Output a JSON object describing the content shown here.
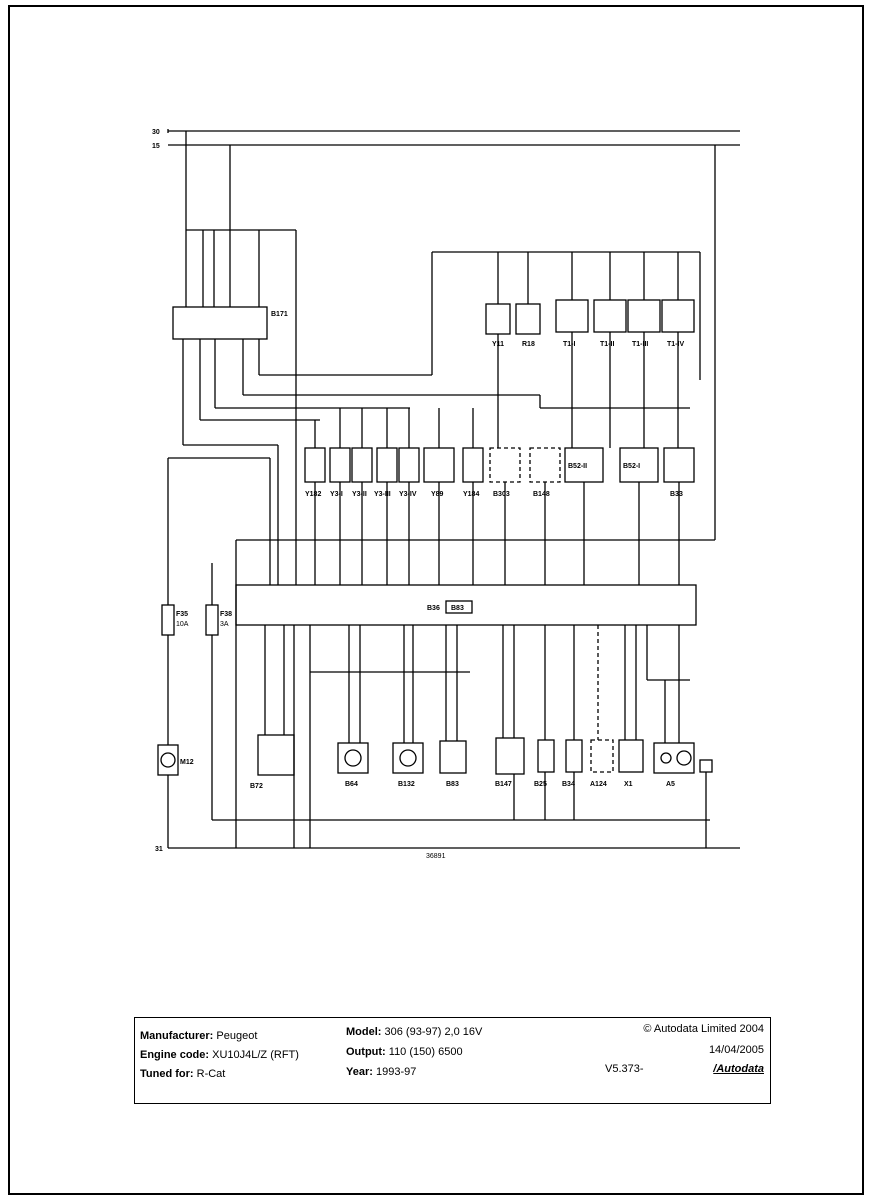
{
  "rails": {
    "top_a": "30",
    "top_b": "15",
    "bottom": "31",
    "bottom_code": "36891"
  },
  "components": {
    "relay": "B171",
    "row1": [
      "Y11",
      "R18",
      "T1-I",
      "T1-II",
      "T1-III",
      "T1-IV"
    ],
    "row2": [
      "Y182",
      "Y3-I",
      "Y3-II",
      "Y3-III",
      "Y3-IV",
      "Y89",
      "Y184",
      "B303",
      "B148",
      "B52-II",
      "B52-I",
      "B33"
    ],
    "ecu": "B36",
    "ecu_sub": "B83",
    "fuses": [
      {
        "name": "F35",
        "rating": "10A"
      },
      {
        "name": "F38",
        "rating": "3A"
      }
    ],
    "motor": "M12",
    "bottom": [
      "B72",
      "B64",
      "B132",
      "B83",
      "B147",
      "B25",
      "B34",
      "A124",
      "X1",
      "A5"
    ]
  },
  "info_box": {
    "manufacturer_label": "Manufacturer:",
    "manufacturer": "Peugeot",
    "engine_label": "Engine code:",
    "engine": "XU10J4L/Z (RFT)",
    "tuned_label": "Tuned for:",
    "tuned": "R-Cat",
    "model_label": "Model:",
    "model": "306 (93-97) 2,0 16V",
    "output_label": "Output:",
    "output": "110 (150) 6500",
    "year_label": "Year:",
    "year": "1993-97",
    "copyright": "© Autodata Limited 2004",
    "date": "14/04/2005",
    "version": "V5.373-",
    "logo": "/Autodata"
  }
}
